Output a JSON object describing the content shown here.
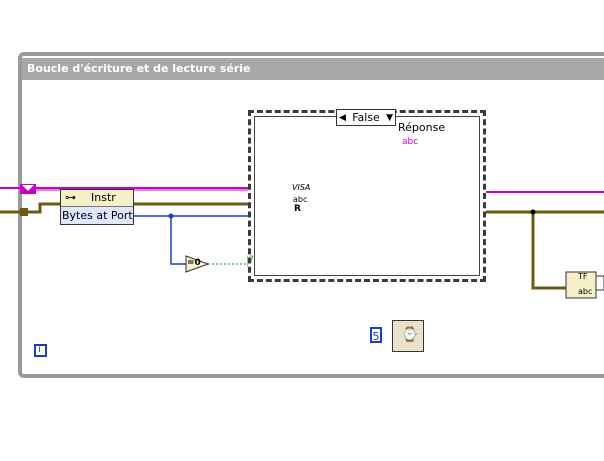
{
  "loop": {
    "title": "Boucle d'écriture et de lecture série",
    "iteration_label": "i"
  },
  "case_structure": {
    "selector_value": "False"
  },
  "property_node": {
    "class_label": "Instr",
    "property_label": "Bytes at Port"
  },
  "indicator": {
    "label": "Réponse",
    "type_text": "abc"
  },
  "constants": {
    "wait_ms": "5"
  },
  "compare": {
    "label": "=0"
  },
  "boolean_terminal": {
    "label": "?"
  },
  "visa_read": {
    "title": "VISA",
    "sub": "abc",
    "r_label": "R"
  },
  "format_node": {
    "label": "TF",
    "sub": "abc"
  },
  "colors": {
    "visa_wire": "#6b5a12",
    "string_wire": "#c800c8",
    "numeric_wire": "#1a3ec8",
    "bool_wire": "#1f8a1f",
    "loop_border": "#9a9a9a"
  }
}
